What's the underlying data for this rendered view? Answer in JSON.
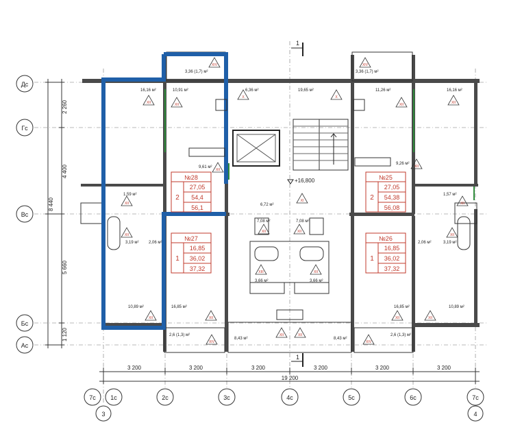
{
  "section_mark": "1",
  "level_mark": "+16,800",
  "axes_left": [
    "Дс",
    "Гс",
    "Вс",
    "Бс",
    "Ас"
  ],
  "axes_bottom": [
    "7с",
    "1с",
    "2с",
    "3с",
    "4с",
    "5с",
    "6с",
    "7с"
  ],
  "sheet_marks": [
    "3",
    "4"
  ],
  "dims_left": [
    "2 260",
    "4 400",
    "8 440",
    "5 660",
    "1 120"
  ],
  "dims_bottom": [
    "3 200",
    "3 200",
    "3 200",
    "3 200",
    "3 200",
    "3 200"
  ],
  "dim_total": "19 200",
  "room_areas": {
    "balcony_tl": "3,36 (1,7) м²",
    "balcony_tr": "3,36 (1,7) м²",
    "r_16_16_l": "16,16 м²",
    "r_10_91": "10,91 м²",
    "r_6_36": "6,36 м²",
    "r_19_65": "19,65 м²",
    "r_11_26": "11,26 м²",
    "r_16_16_r": "16,16 м²",
    "r_9_61": "9,61 м²",
    "r_9_26": "9,26 м²",
    "r_1_59": "1,59 м²",
    "r_1_57": "1,57 м²",
    "r_6_72": "6,72 м²",
    "r_3_19_l": "3,19 м²",
    "r_2_06_l": "2,06 м²",
    "r_7_08_l": "7,08 м²",
    "r_7_08_r": "7,08 м²",
    "r_2_06_r": "2,06 м²",
    "r_3_19_r": "3,19 м²",
    "r_3_66_l": "3,66 м²",
    "r_3_66_r": "3,66 м²",
    "r_10_89_l": "10,89 м²",
    "r_16_85_l": "16,85 м²",
    "r_16_85_r": "16,85 м²",
    "r_10_89_r": "10,89 м²",
    "r_2_6_l": "2,6 (1,3) м²",
    "r_2_6_r": "2,6 (1,3) м²",
    "r_8_43_l": "8,43 м²",
    "r_8_43_r": "8,43 м²"
  },
  "apartments": [
    {
      "id": "apt28",
      "number": "№28",
      "rooms": "2",
      "areas": [
        "27,05",
        "54,4",
        "56,1"
      ]
    },
    {
      "id": "apt25",
      "number": "№25",
      "rooms": "2",
      "areas": [
        "27,05",
        "54,38",
        "56,08"
      ]
    },
    {
      "id": "apt27",
      "number": "№27",
      "rooms": "1",
      "areas": [
        "16,85",
        "36,02",
        "37,32"
      ]
    },
    {
      "id": "apt26",
      "number": "№26",
      "rooms": "1",
      "areas": [
        "16,85",
        "36,02",
        "37,32"
      ]
    }
  ],
  "fire_classes": {
    "XII": "XII",
    "XIV": "XIV",
    "X": "X",
    "XI": "XI",
    "XIII": "XIII"
  },
  "colors": {
    "wall": "#4a4a4a",
    "highlight": "#1f5fa8",
    "apartment_label": "#c0392b",
    "glazing": "#2e8b3a",
    "axis": "#777777"
  }
}
